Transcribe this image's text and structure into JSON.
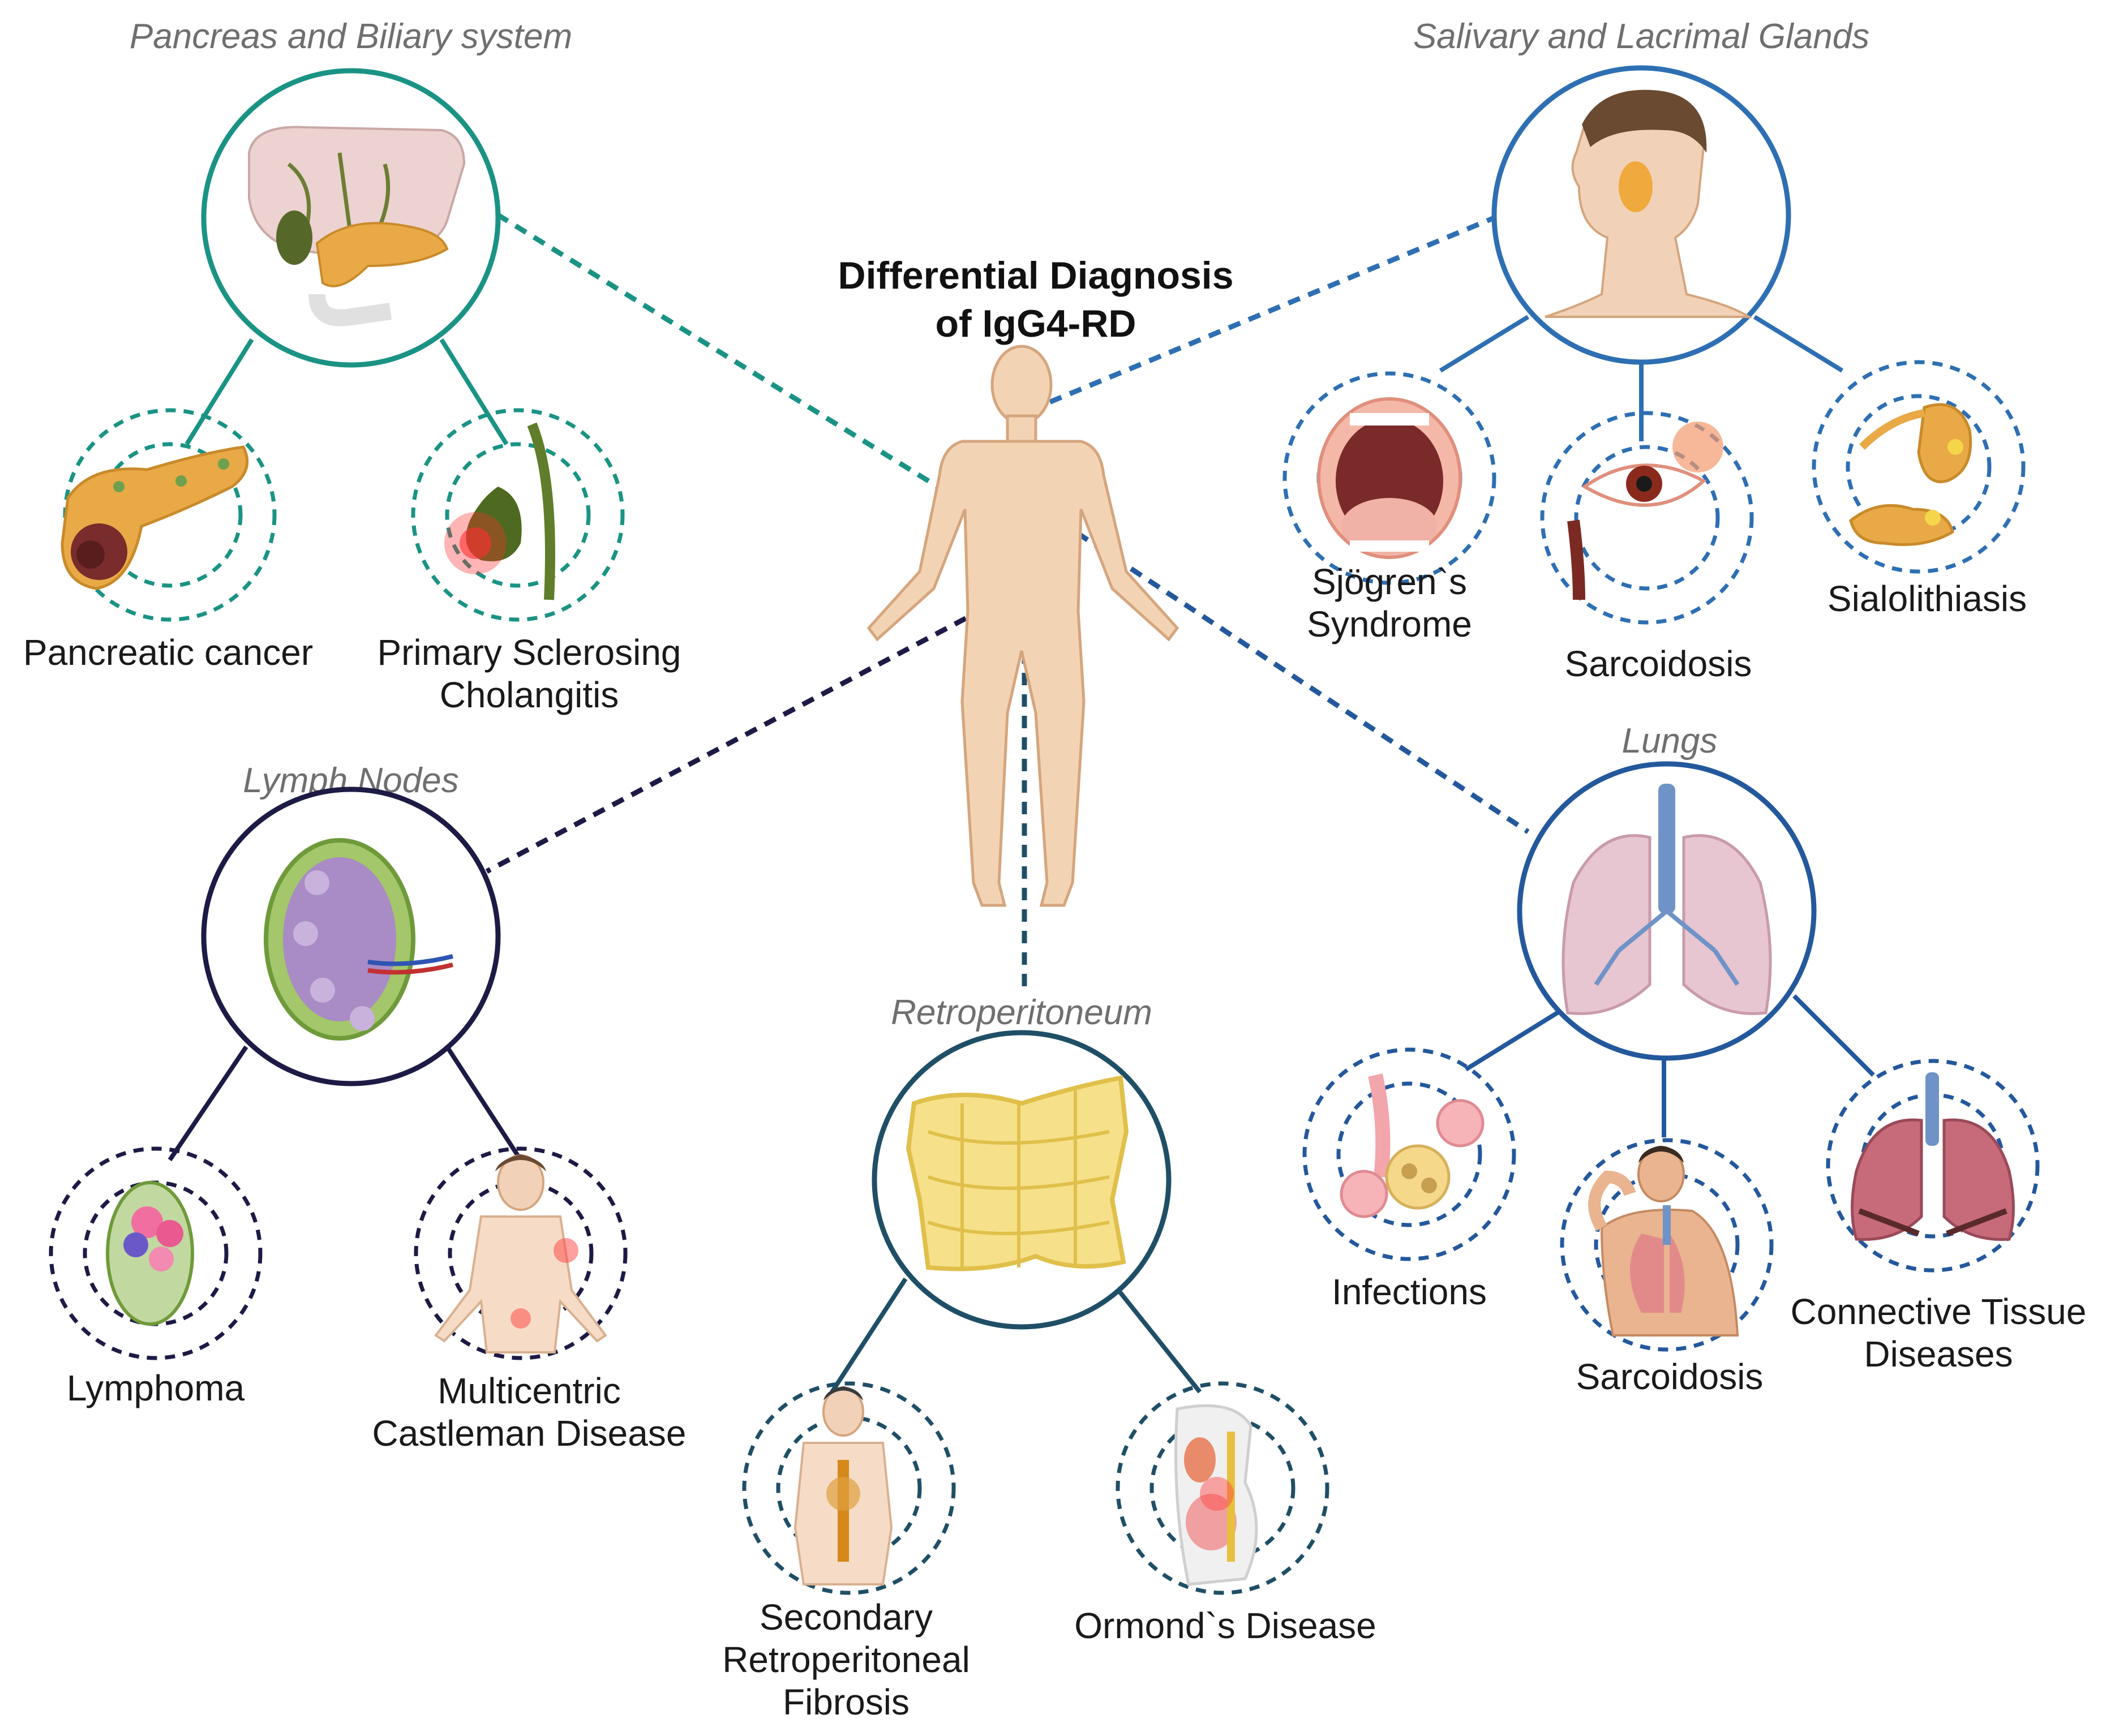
{
  "title": [
    "Differential Diagnosis",
    "of IgG4-RD"
  ],
  "colors": {
    "pancreas": "#1a9384",
    "salivary": "#2e6fb3",
    "lymph": "#1d1b45",
    "retro": "#1f4f66",
    "lungs": "#24589c"
  },
  "groups": {
    "pancreas": {
      "title": "Pancreas and Biliary system",
      "icon": "liver-pancreas-icon",
      "items": [
        {
          "lines": [
            "Pancreatic cancer"
          ],
          "icon": "pancreatic-tumor-icon"
        },
        {
          "lines": [
            "Primary Sclerosing",
            "Cholangitis"
          ],
          "icon": "bile-duct-icon"
        }
      ]
    },
    "salivary": {
      "title": "Salivary and Lacrimal Glands",
      "icon": "head-glands-icon",
      "items": [
        {
          "lines": [
            "Sjögren`s",
            "Syndrome"
          ],
          "icon": "open-mouth-icon"
        },
        {
          "lines": [
            "Sarcoidosis"
          ],
          "icon": "red-eye-icon"
        },
        {
          "lines": [
            "Sialolithiasis"
          ],
          "icon": "salivary-stone-icon"
        }
      ]
    },
    "lymph": {
      "title": "Lymph Nodes",
      "icon": "lymph-node-icon",
      "items": [
        {
          "lines": [
            "Lymphoma"
          ],
          "icon": "lymphoma-node-icon"
        },
        {
          "lines": [
            "Multicentric",
            "Castleman Disease"
          ],
          "icon": "body-lymph-icon"
        }
      ]
    },
    "retro": {
      "title": "Retroperitoneum",
      "icon": "retroperitoneum-icon",
      "items": [
        {
          "lines": [
            "Secondary",
            "Retroperitoneal",
            "Fibrosis"
          ],
          "icon": "body-fibrosis-icon"
        },
        {
          "lines": [
            "Ormond`s Disease"
          ],
          "icon": "abdomen-section-icon"
        }
      ]
    },
    "lungs": {
      "title": "Lungs",
      "icon": "lungs-icon",
      "items": [
        {
          "lines": [
            "Infections"
          ],
          "icon": "alveoli-icon"
        },
        {
          "lines": [
            "Sarcoidosis"
          ],
          "icon": "coughing-man-icon"
        },
        {
          "lines": [
            "Connective Tissue",
            "Diseases"
          ],
          "icon": "damaged-lungs-icon"
        }
      ]
    }
  }
}
